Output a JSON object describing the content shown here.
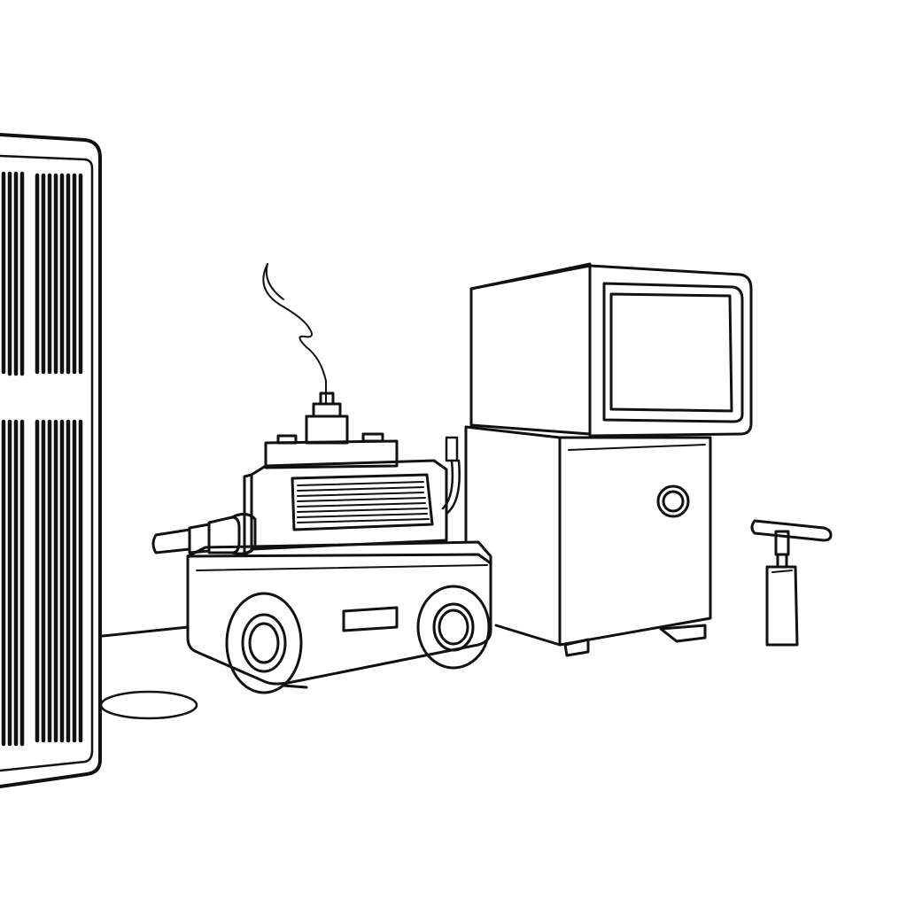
{
  "palette": {
    "background": "#ffffff",
    "ink": "#111111"
  },
  "objects": [
    "radiator-cabinet",
    "portable-compressor-machine",
    "monitor-cabinet-unit",
    "hand-pump"
  ]
}
